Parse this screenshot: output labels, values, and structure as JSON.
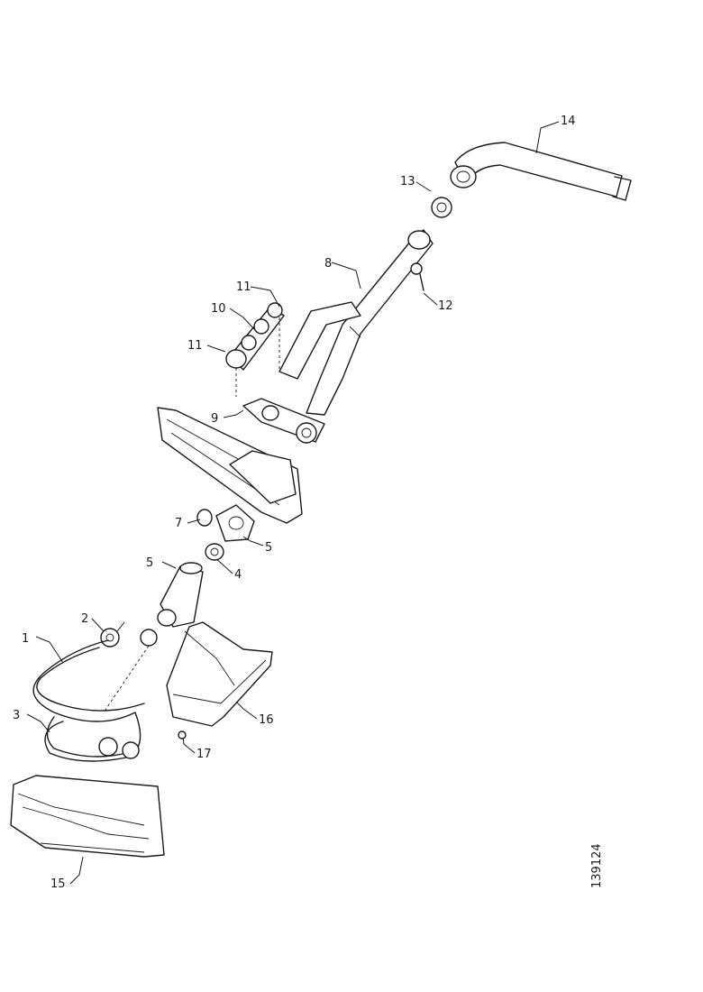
{
  "diagram": {
    "callouts": {
      "c1": "1",
      "c2": "2",
      "c3": "3",
      "c4": "4",
      "c5a": "5",
      "c5b": "5",
      "c7": "7",
      "c8": "8",
      "c9": "9",
      "c10": "10",
      "c11a": "11",
      "c11b": "11",
      "c12": "12",
      "c13": "13",
      "c14": "14",
      "c15": "15",
      "c16": "16",
      "c17": "17"
    },
    "reference_number": "139124"
  }
}
